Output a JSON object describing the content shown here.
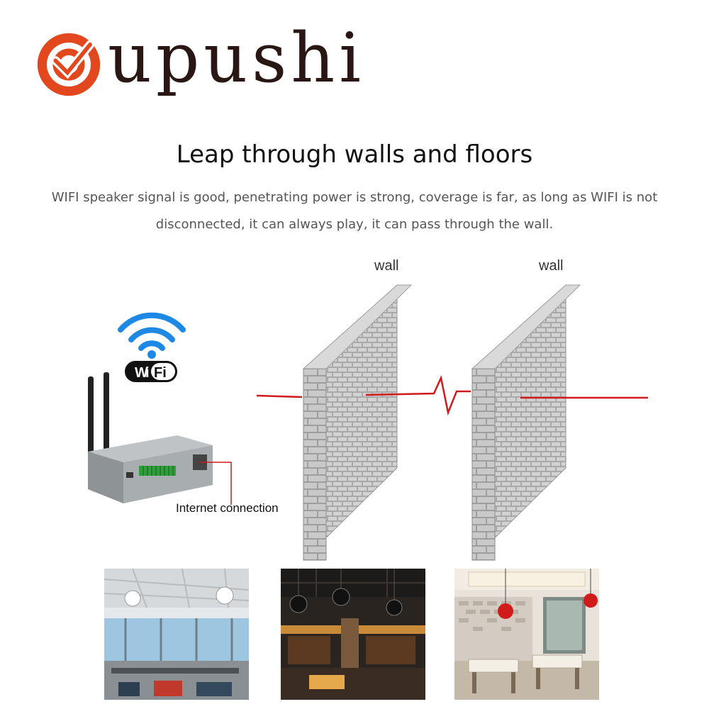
{
  "brand": {
    "name": "upushi",
    "logo_icon": "target-check-logo-icon",
    "accent": "#e2471d"
  },
  "headline": "Leap through walls and floors",
  "description": {
    "line1": "WIFI speaker signal is good, penetrating power is strong, coverage is far, as long as WIFI is not",
    "line2": "disconnected, it can always play, it can pass through the wall."
  },
  "diagram": {
    "wall_labels": [
      "wall",
      "wall"
    ],
    "wifi_badge": {
      "w": "W",
      "i": "i",
      "fi": "Fi"
    },
    "router_annotation": "Internet connection",
    "signal_color": "#d11a1a",
    "wifi_color": "#1e88e5"
  },
  "photos": [
    {
      "name": "office-photo",
      "scene": "open office with white pendant speakers"
    },
    {
      "name": "cafe-photo",
      "scene": "bar interior with black pendant speakers"
    },
    {
      "name": "spa-photo",
      "scene": "spa room with red pendant speakers"
    }
  ]
}
